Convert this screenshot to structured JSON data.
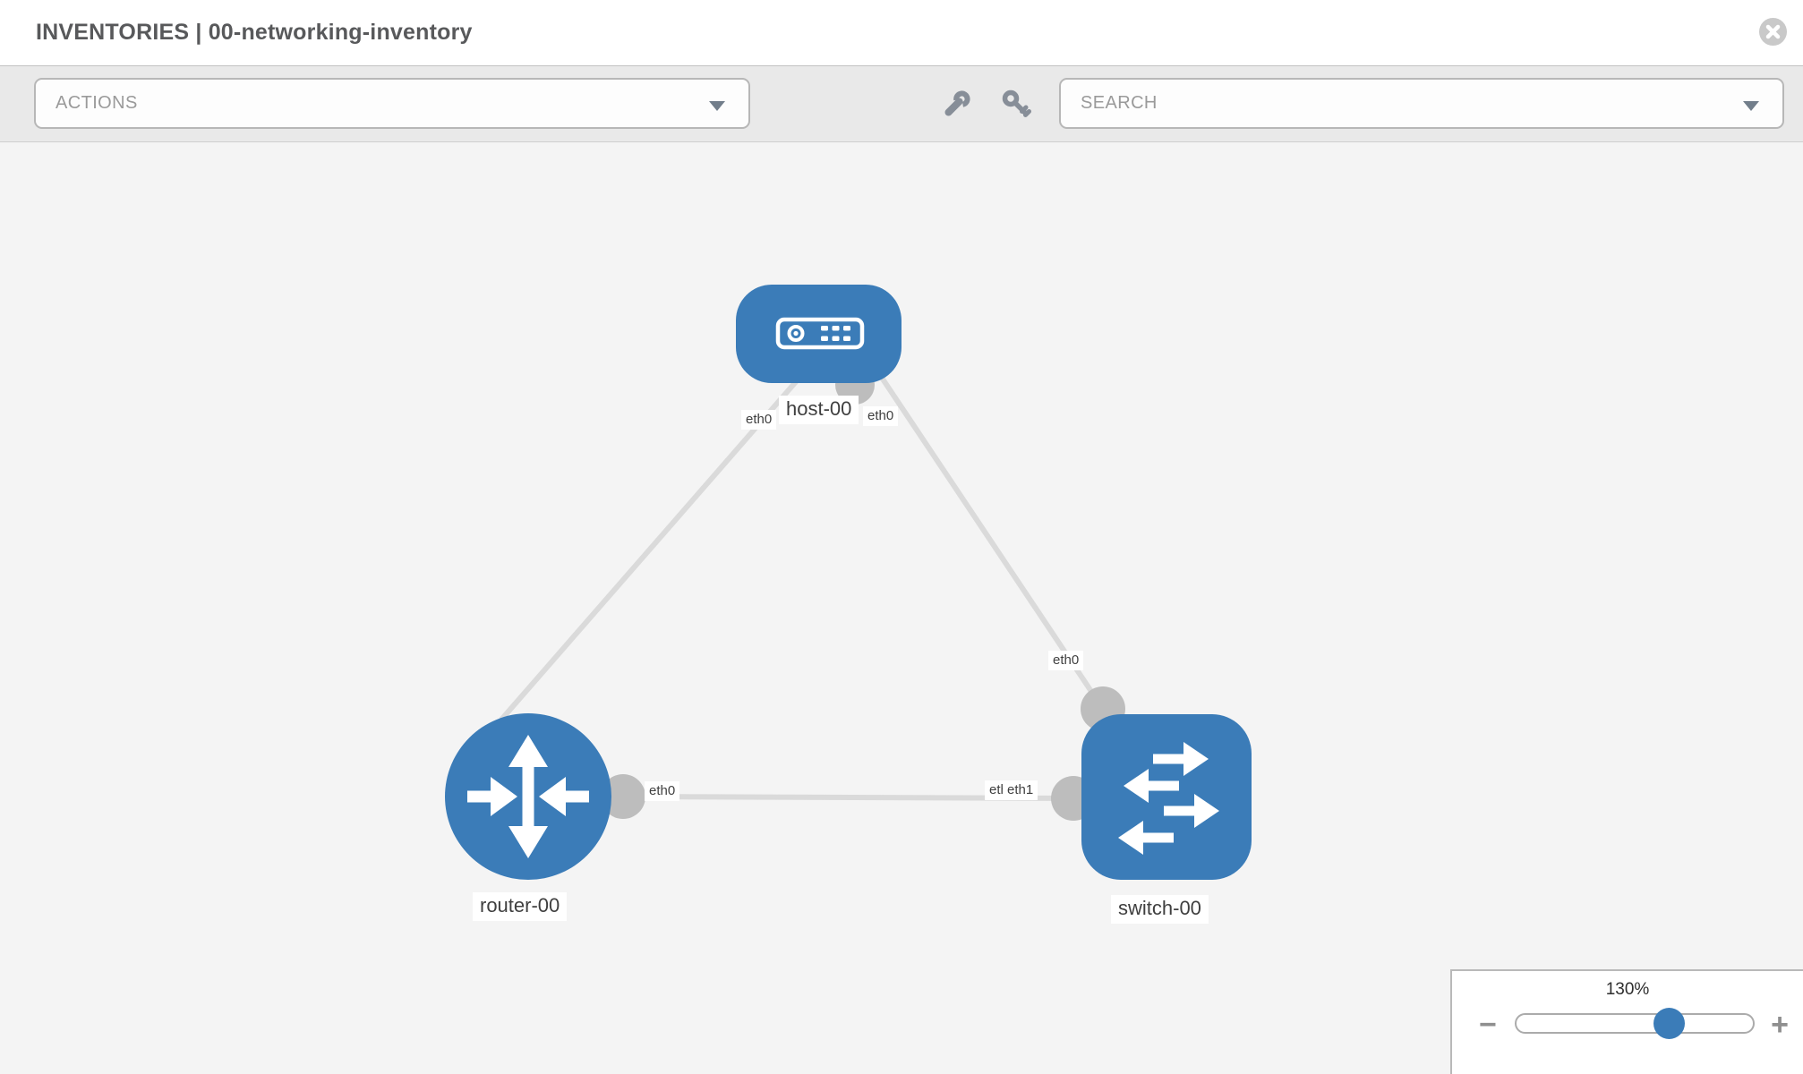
{
  "header": {
    "title": "INVENTORIES | 00-networking-inventory",
    "close_icon": "close-icon"
  },
  "toolbar": {
    "actions_placeholder": "ACTIONS",
    "search_placeholder": "SEARCH",
    "icons": [
      "wrench-icon",
      "key-icon",
      "chevron-down-icon"
    ]
  },
  "topology": {
    "nodes": [
      {
        "id": "host-00",
        "type": "host",
        "label": "host-00"
      },
      {
        "id": "router-00",
        "type": "router",
        "label": "router-00"
      },
      {
        "id": "switch-00",
        "type": "switch",
        "label": "switch-00"
      }
    ],
    "links": [
      {
        "from": "host-00",
        "to": "router-00",
        "from_if": "eth0",
        "to_if": "eth0"
      },
      {
        "from": "host-00",
        "to": "switch-00",
        "from_if": "eth0",
        "to_if": "eth0"
      },
      {
        "from": "router-00",
        "to": "switch-00",
        "from_if": "eth0",
        "to_if": "eth1"
      }
    ],
    "interface_labels": [
      {
        "text": "eth0"
      },
      {
        "text": "eth0"
      },
      {
        "text": "eth0"
      },
      {
        "text": "eth0"
      },
      {
        "text": "eth0"
      },
      {
        "text": "eth1"
      }
    ],
    "colors": {
      "node_blue": "#3b7cb8",
      "link_gray": "#dadada",
      "interface_gray": "#bdbdbd",
      "canvas_bg": "#f4f4f4"
    }
  },
  "zoom_control": {
    "level": "130%",
    "minus_label": "−",
    "plus_label": "+"
  }
}
